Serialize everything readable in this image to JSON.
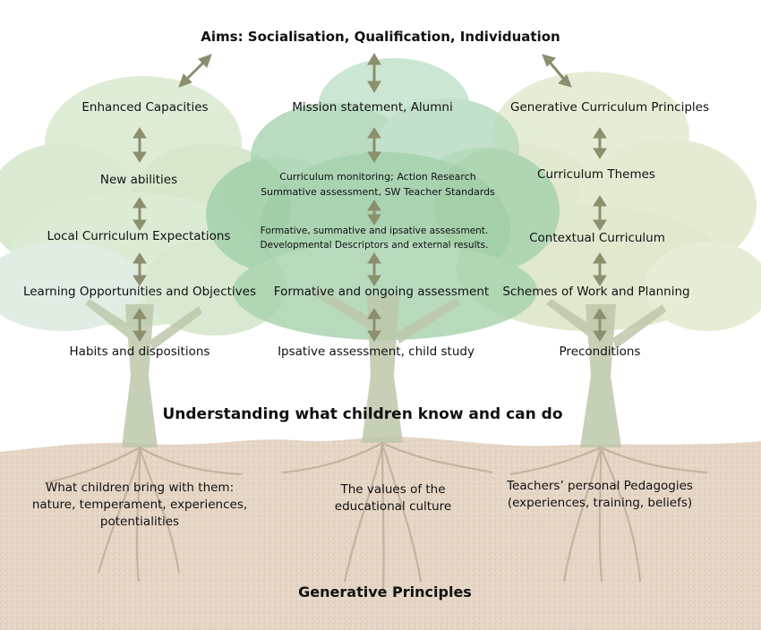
{
  "aims": "Aims: Socialisation, Qualification, Individuation",
  "left_column": {
    "items": [
      "Enhanced Capacities",
      "New abilities",
      "Local Curriculum Expectations",
      "Learning Opportunities and Objectives",
      "Habits and dispositions"
    ]
  },
  "middle_column": {
    "items": [
      "Mission statement, Alumni",
      "Curriculum monitoring; Action Research",
      "Summative assessment, SW Teacher Standards",
      "Formative, summative and ipsative assessment.",
      "Developmental Descriptors and external results.",
      "Formative and ongoing assessment",
      "Ipsative assessment, child study"
    ]
  },
  "right_column": {
    "items": [
      "Generative Curriculum Principles",
      "Curriculum Themes",
      "Contextual Curriculum",
      "Schemes of Work and Planning",
      "Preconditions"
    ]
  },
  "understanding": "Understanding what children know and can do",
  "roots": {
    "left": [
      "What children bring with them:",
      "nature, temperament, experiences,",
      "potentialities"
    ],
    "middle": [
      "The values of the",
      "educational culture"
    ],
    "right": [
      "Teachers’ personal Pedagogies",
      "(experiences, training, beliefs)"
    ]
  },
  "generative_principles": "Generative Principles",
  "colors": {
    "arrow": "#8b8f6e",
    "soil": "#e3d2c2",
    "foliage_left": "#cfe3c4",
    "foliage_middle": "#8fc49c",
    "foliage_right": "#dde6c8",
    "trunk": "#b9c4a6"
  }
}
